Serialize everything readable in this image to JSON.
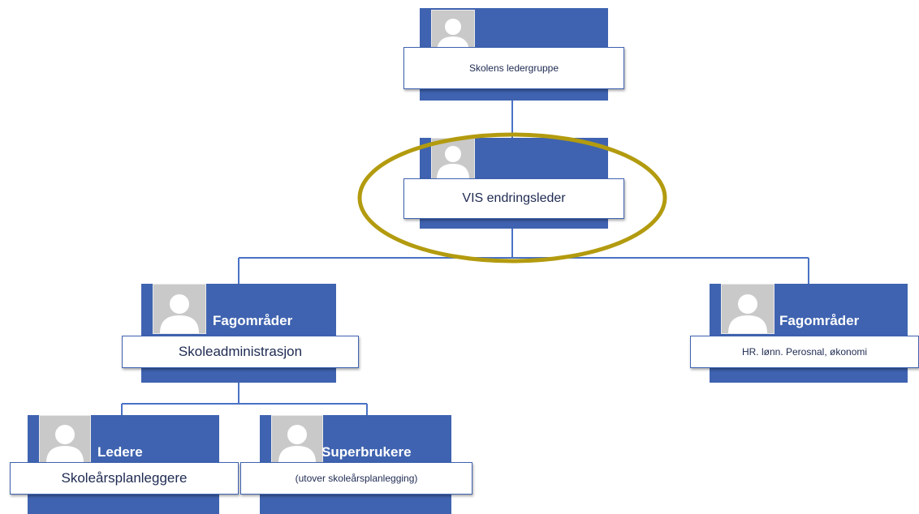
{
  "nodes": {
    "top": {
      "role": "",
      "label": "Skolens ledergruppe"
    },
    "vis": {
      "role": "",
      "label": "VIS endringsleder"
    },
    "admin": {
      "role": "Fagområder",
      "label": "Skoleadministrasjon"
    },
    "hr": {
      "role": "Fagområder",
      "label": "HR. lønn. Perosnal, økonomi"
    },
    "ledere": {
      "role": "Ledere",
      "label": "Skoleårsplanleggere"
    },
    "super": {
      "role": "Superbrukere",
      "label": "(utover skoleårsplanlegging)"
    }
  },
  "colors": {
    "node_fill": "#3f63b0",
    "connector": "#4a72c4",
    "highlight_ring": "#b39b0f",
    "avatar": "#c9c9c9"
  },
  "icons": {
    "avatar": "person-placeholder-icon"
  }
}
